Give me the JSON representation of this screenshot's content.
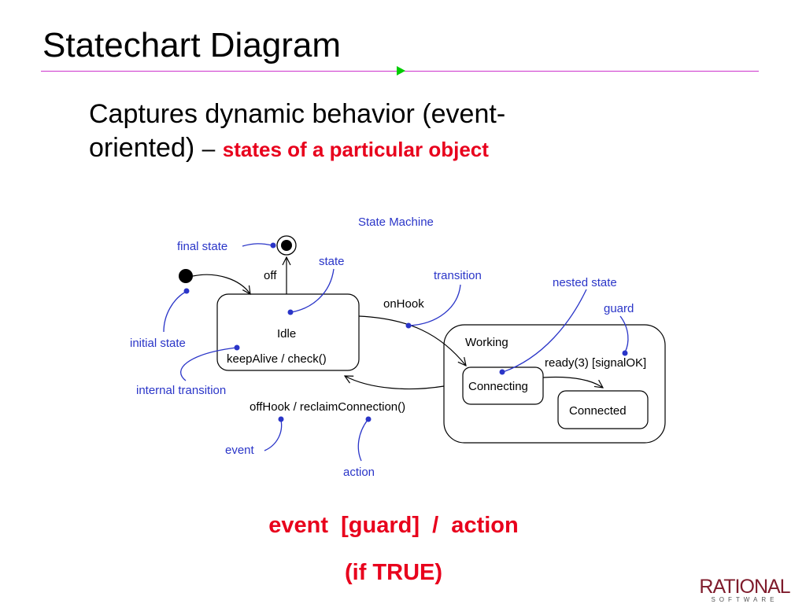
{
  "slide": {
    "title": "Statechart Diagram",
    "subtitle_line1": "Captures dynamic behavior (event-",
    "subtitle_line2_plain": "oriented)",
    "subtitle_dash": "–",
    "subtitle_emphasis": "states of a particular object",
    "formula_line1": "event  [guard]  /  action",
    "formula_line2": "(if TRUE)"
  },
  "diagram": {
    "header": "State Machine",
    "states": {
      "idle": {
        "name": "Idle",
        "internal": "keepAlive / check()"
      },
      "working": {
        "name": "Working"
      },
      "connecting": {
        "name": "Connecting"
      },
      "connected": {
        "name": "Connected"
      }
    },
    "transition_labels": {
      "off": "off",
      "on_hook": "onHook",
      "ready": "ready(3) [signalOK]",
      "off_hook": "offHook / reclaimConnection()"
    },
    "callouts": {
      "final_state": "final state",
      "state": "state",
      "transition": "transition",
      "nested_state": "nested state",
      "guard": "guard",
      "initial_state": "initial state",
      "internal_transition": "internal transition",
      "event": "event",
      "action": "action"
    },
    "colors": {
      "callout": "#2a35c8",
      "line": "#000000"
    }
  },
  "branding": {
    "logo_word": "RATIONAL",
    "logo_sub": "SOFTWARE",
    "logo_color": "#7f1c2c"
  }
}
